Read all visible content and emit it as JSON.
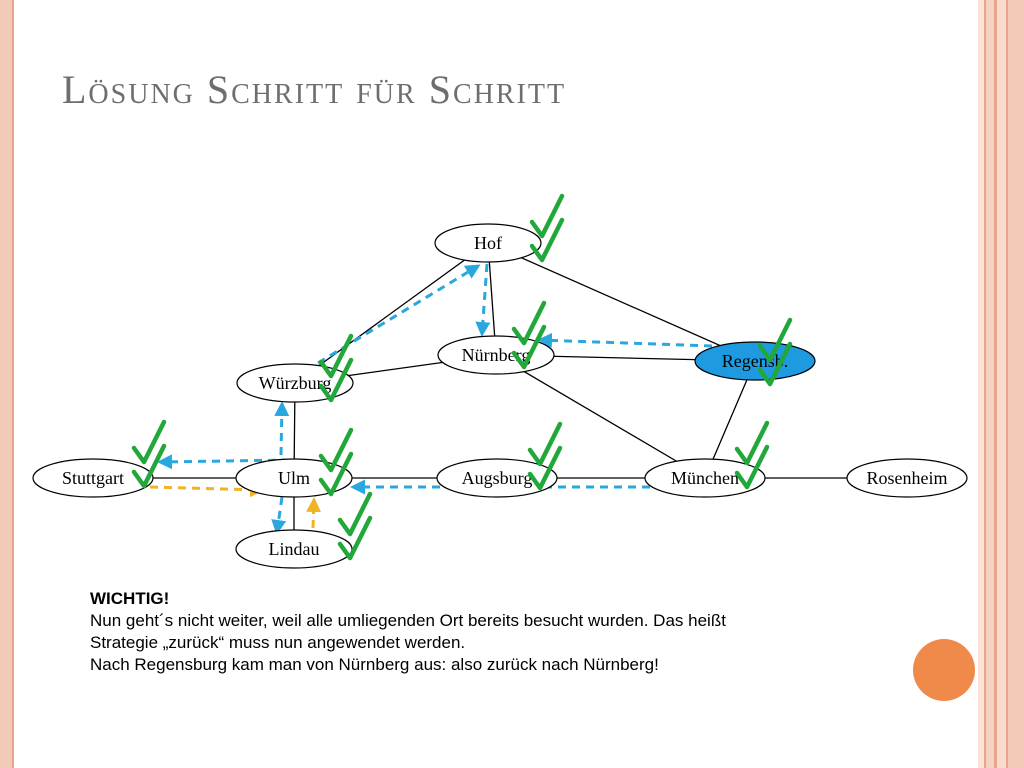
{
  "title": "Lösung Schritt für Schritt",
  "colors": {
    "edge": "#000000",
    "blue_arrow": "#29a8df",
    "yellow_arrow": "#f0b323",
    "check": "#22a83a",
    "highlight_node": "#1e9be0",
    "accent": "#f08a4b"
  },
  "nodes": [
    {
      "id": "hof",
      "label": "Hof",
      "highlight": false
    },
    {
      "id": "wuerzburg",
      "label": "Würzburg",
      "highlight": false
    },
    {
      "id": "nuernberg",
      "label": "Nürnberg",
      "highlight": false
    },
    {
      "id": "regensburg",
      "label": "Regensb.",
      "highlight": true
    },
    {
      "id": "stuttgart",
      "label": "Stuttgart",
      "highlight": false
    },
    {
      "id": "ulm",
      "label": "Ulm",
      "highlight": false
    },
    {
      "id": "augsburg",
      "label": "Augsburg",
      "highlight": false
    },
    {
      "id": "muenchen",
      "label": "München",
      "highlight": false
    },
    {
      "id": "rosenheim",
      "label": "Rosenheim",
      "highlight": false
    },
    {
      "id": "lindau",
      "label": "Lindau",
      "highlight": false
    }
  ],
  "edges": [
    [
      "hof",
      "wuerzburg"
    ],
    [
      "hof",
      "nuernberg"
    ],
    [
      "hof",
      "regensburg"
    ],
    [
      "wuerzburg",
      "nuernberg"
    ],
    [
      "wuerzburg",
      "ulm"
    ],
    [
      "nuernberg",
      "regensburg"
    ],
    [
      "nuernberg",
      "muenchen"
    ],
    [
      "regensburg",
      "muenchen"
    ],
    [
      "stuttgart",
      "ulm"
    ],
    [
      "ulm",
      "augsburg"
    ],
    [
      "ulm",
      "lindau"
    ],
    [
      "augsburg",
      "muenchen"
    ],
    [
      "muenchen",
      "rosenheim"
    ]
  ],
  "traversal_arrows": [
    {
      "from": "ulm",
      "to": "stuttgart",
      "color": "blue"
    },
    {
      "from": "stuttgart",
      "to": "ulm",
      "color": "yellow"
    },
    {
      "from": "ulm",
      "to": "lindau",
      "color": "blue"
    },
    {
      "from": "lindau",
      "to": "ulm",
      "color": "yellow"
    },
    {
      "from": "ulm",
      "to": "wuerzburg",
      "color": "blue"
    },
    {
      "from": "wuerzburg",
      "to": "hof",
      "color": "blue"
    },
    {
      "from": "hof",
      "to": "nuernberg",
      "color": "blue"
    },
    {
      "from": "regensburg",
      "to": "nuernberg",
      "color": "blue"
    },
    {
      "from": "muenchen",
      "to": "ulm",
      "color": "blue"
    }
  ],
  "visited_checks": [
    "hof",
    "nuernberg",
    "regensburg",
    "wuerzburg",
    "stuttgart",
    "ulm",
    "augsburg",
    "muenchen",
    "lindau"
  ],
  "note": {
    "heading": "WICHTIG!",
    "lines": [
      "Nun geht´s nicht weiter, weil alle umliegenden Ort bereits besucht wurden. Das heißt",
      "Strategie „zurück“ muss nun angewendet werden.",
      "Nach Regensburg kam man von Nürnberg aus: also zurück nach Nürnberg!"
    ]
  }
}
